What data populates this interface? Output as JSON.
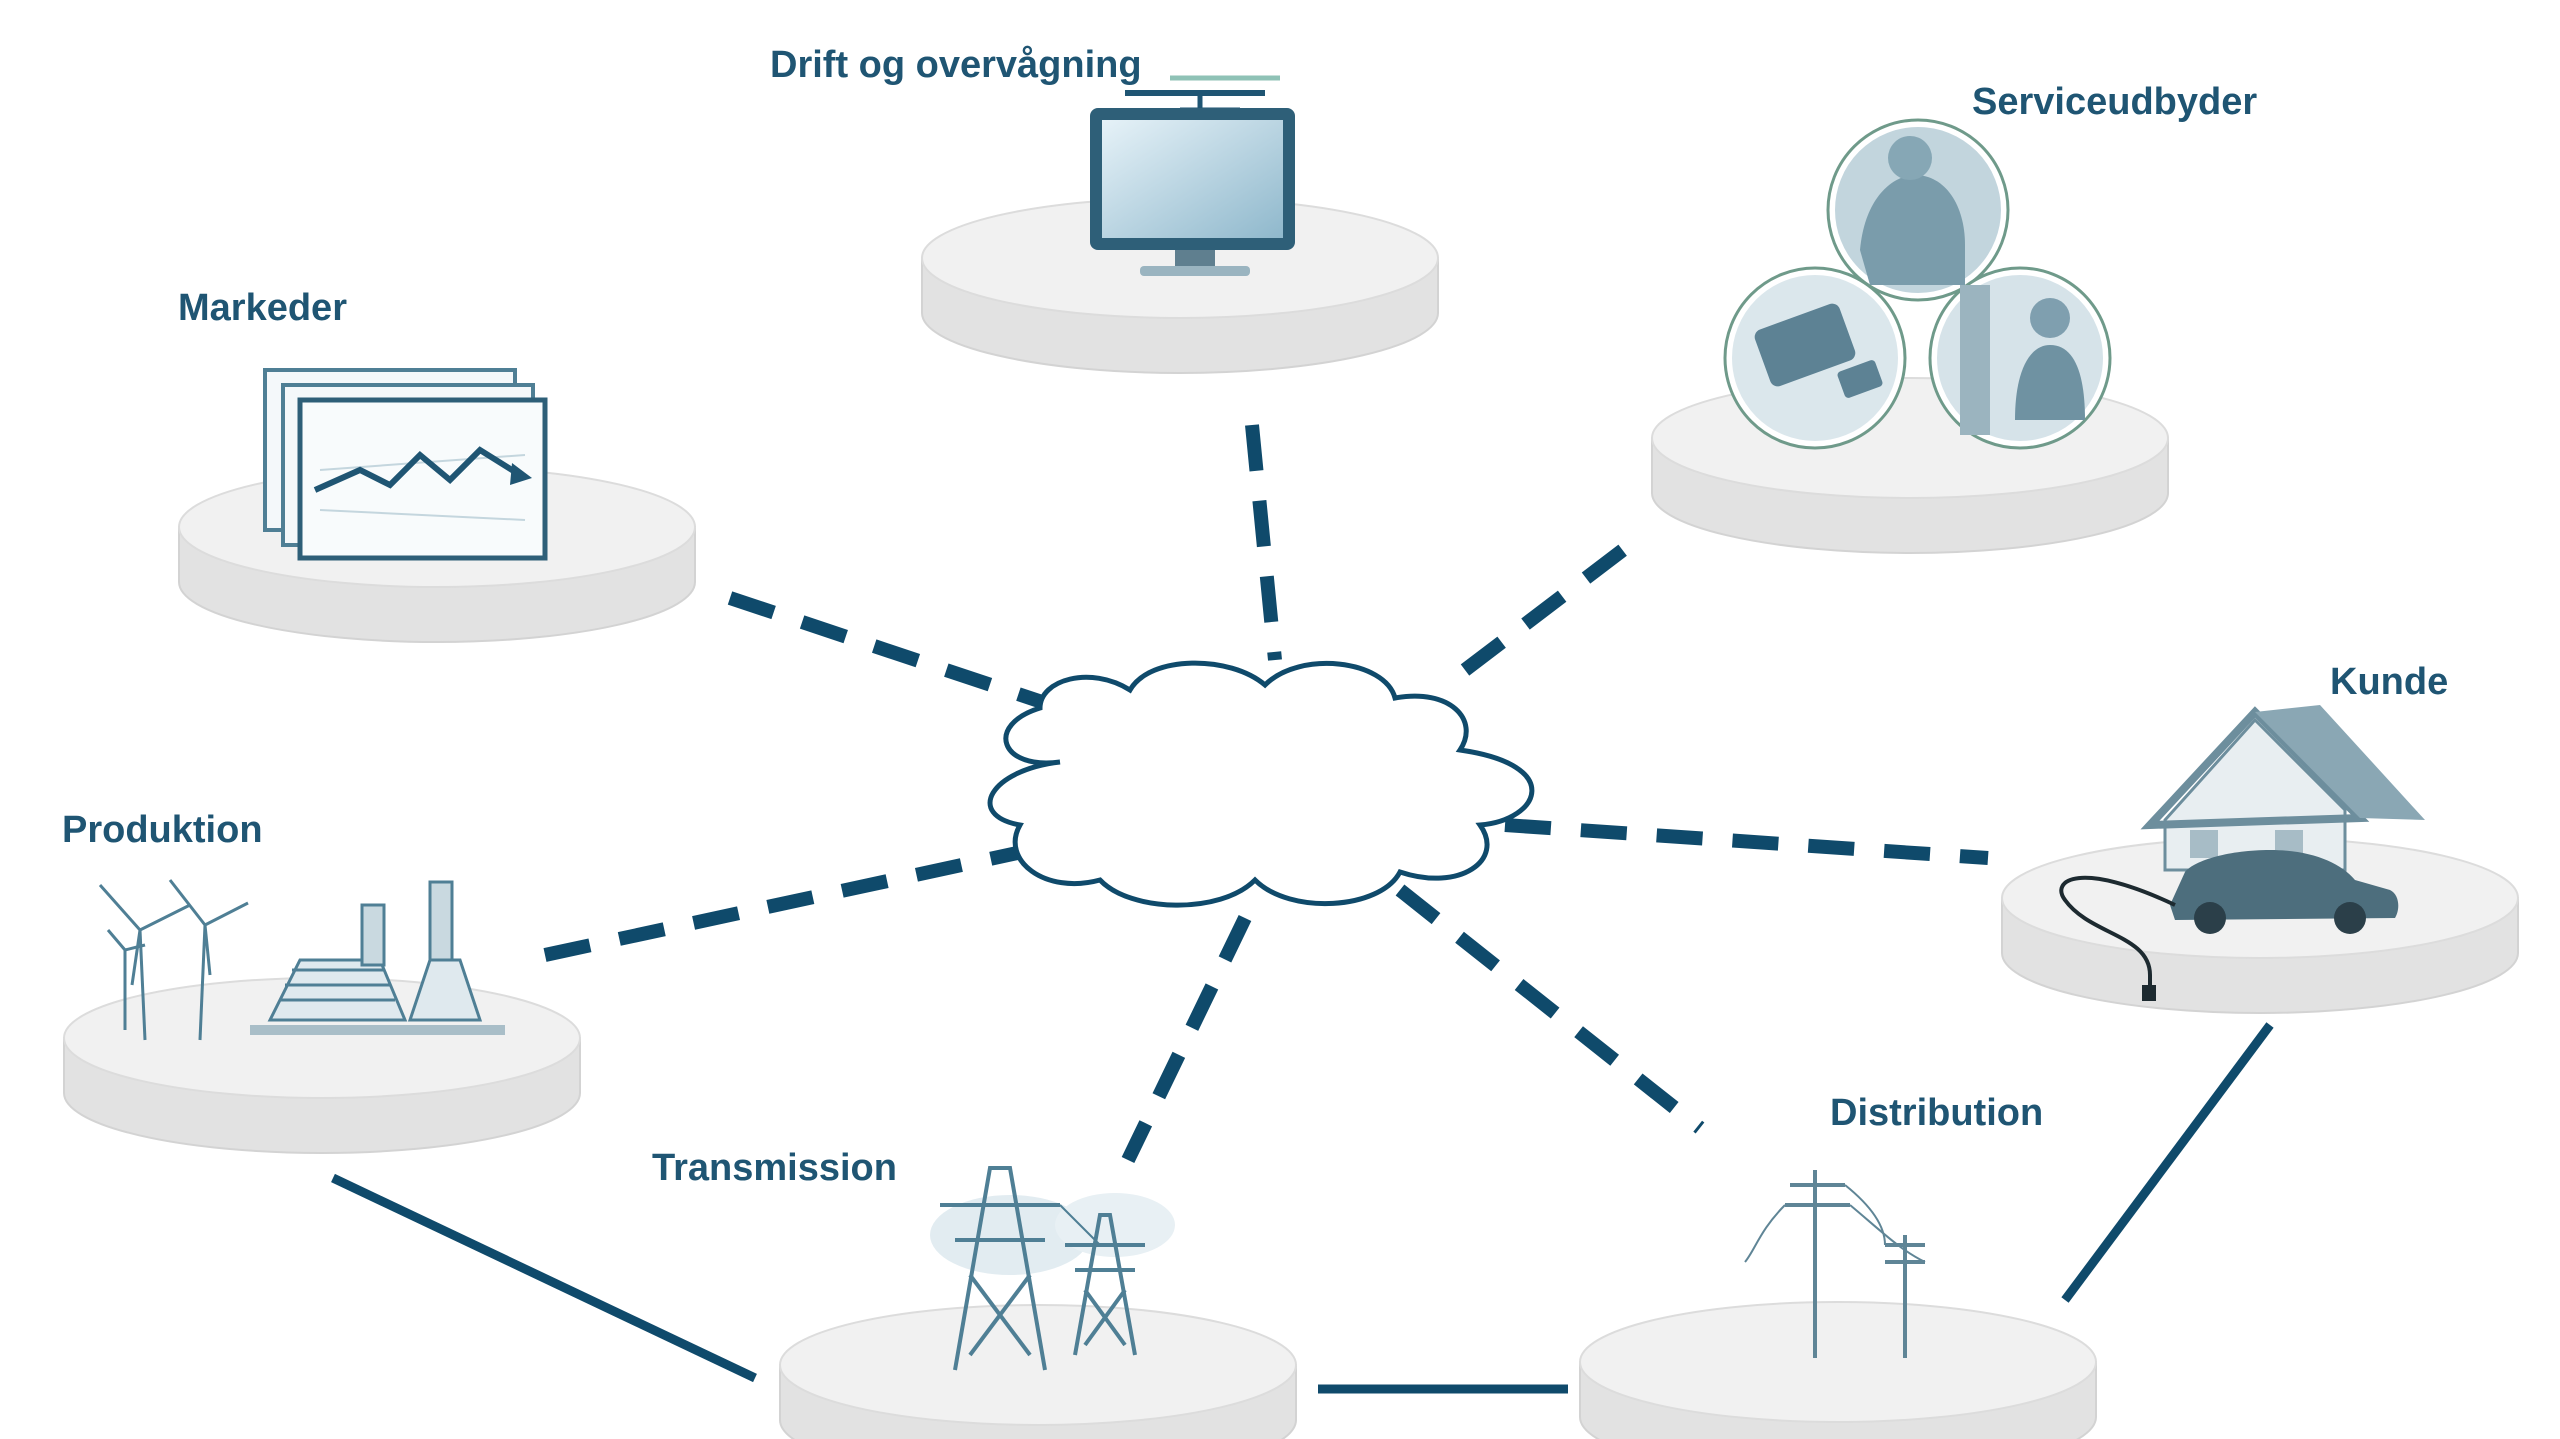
{
  "colors": {
    "accent": "#0f4a6b",
    "label": "#1f5573",
    "platform_top": "#f1f1f1",
    "platform_side": "#e2e2e2",
    "icon": "#4f7f95"
  },
  "center": {
    "icon": "cloud-icon"
  },
  "nodes": {
    "drift": {
      "label": "Drift og overvågning",
      "icon": "monitor-icon"
    },
    "service": {
      "label": "Serviceudbyder",
      "icon": "service-photos-icon"
    },
    "markeder": {
      "label": "Markeder",
      "icon": "market-chart-icon"
    },
    "kunde": {
      "label": "Kunde",
      "icon": "house-car-icon"
    },
    "produktion": {
      "label": "Produktion",
      "icon": "power-plant-icon"
    },
    "distribution": {
      "label": "Distribution",
      "icon": "utility-pole-icon"
    },
    "transmission": {
      "label": "Transmission",
      "icon": "transmission-tower-icon"
    }
  },
  "connections": {
    "dashed_to_center": [
      "drift",
      "service",
      "markeder",
      "kunde",
      "produktion",
      "distribution",
      "transmission"
    ],
    "solid": [
      [
        "produktion",
        "transmission"
      ],
      [
        "transmission",
        "distribution"
      ],
      [
        "distribution",
        "kunde"
      ]
    ]
  }
}
